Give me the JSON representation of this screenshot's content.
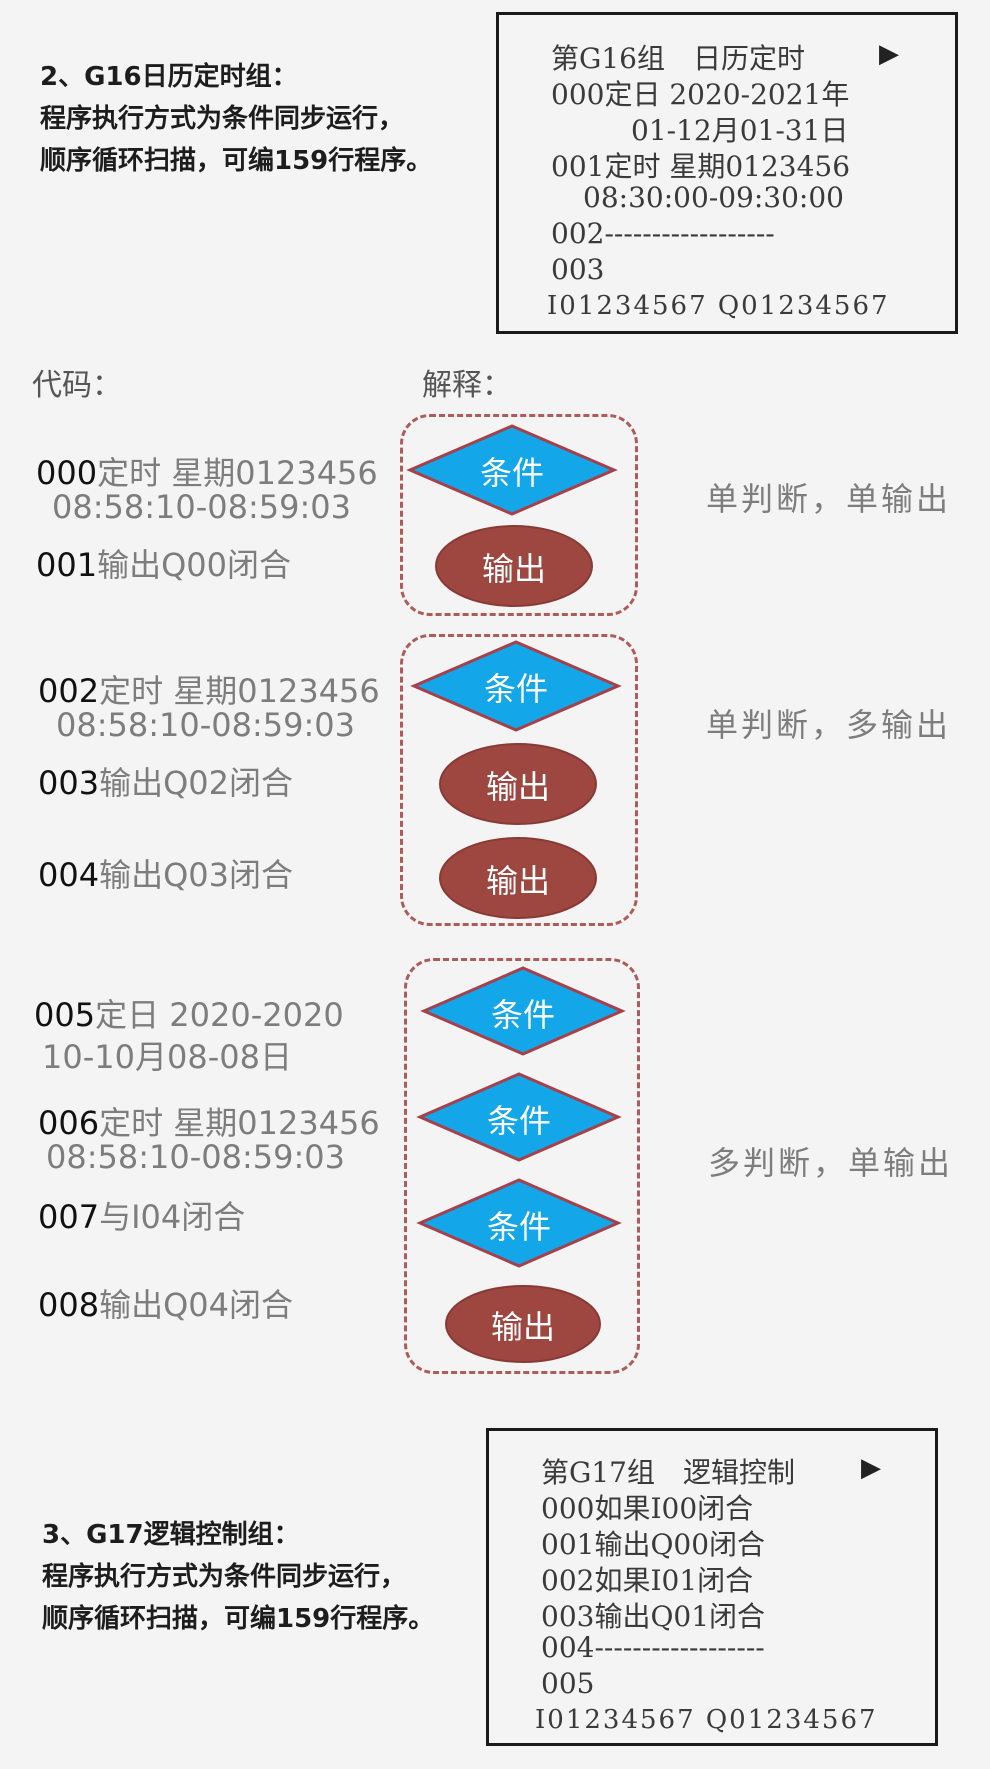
{
  "section2": {
    "title": "2、G16日历定时组：",
    "line1": "程序执行方式为条件同步运行，",
    "line2": "顺序循环扫描，可编159行程序。"
  },
  "lcd1": {
    "line1": "第G16组　日历定时",
    "arrow": "▶",
    "line2": "000定日 2020-2021年",
    "line3": "01-12月01-31日",
    "line4": "001定时 星期0123456",
    "line5": "08:30:00-09:30:00",
    "line6": "002------------------",
    "line7": "003",
    "io": "I01234567  Q01234567"
  },
  "headers": {
    "code": "代码：",
    "explain": "解释："
  },
  "code": {
    "r000_num": "000",
    "r000_text": "定时 星期0123456",
    "r000_sub": "08:58:10-08:59:03",
    "r001_num": "001",
    "r001_text": "输出Q00闭合",
    "r002_num": "002",
    "r002_text": "定时 星期0123456",
    "r002_sub": "08:58:10-08:59:03",
    "r003_num": "003",
    "r003_text": "输出Q02闭合",
    "r004_num": "004",
    "r004_text": "输出Q03闭合",
    "r005_num": "005",
    "r005_text": "定日 2020-2020",
    "r005_sub": "10-10月08-08日",
    "r006_num": "006",
    "r006_text": "定时 星期0123456",
    "r006_sub": "08:58:10-08:59:03",
    "r007_num": "007",
    "r007_text": "与I04闭合",
    "r008_num": "008",
    "r008_text": "输出Q04闭合"
  },
  "shapes": {
    "condition": "条件",
    "output": "输出"
  },
  "notes": {
    "n1": "单判断，单输出",
    "n2": "单判断，多输出",
    "n3": "多判断，单输出"
  },
  "section3": {
    "title": "3、G17逻辑控制组：",
    "line1": "程序执行方式为条件同步运行，",
    "line2": "顺序循环扫描，可编159行程序。"
  },
  "lcd2": {
    "line1": "第G17组　逻辑控制",
    "arrow": "▶",
    "line2": "000如果I00闭合",
    "line3": "001输出Q00闭合",
    "line4": "002如果I01闭合",
    "line5": "003输出Q01闭合",
    "line6": "004------------------",
    "line7": "005",
    "io": "I01234567  Q01234567"
  },
  "colors": {
    "condition_fill": "#13a6e8",
    "condition_stroke": "#a6404a",
    "output_fill": "#9e4640",
    "group_border": "#b05a5a"
  }
}
